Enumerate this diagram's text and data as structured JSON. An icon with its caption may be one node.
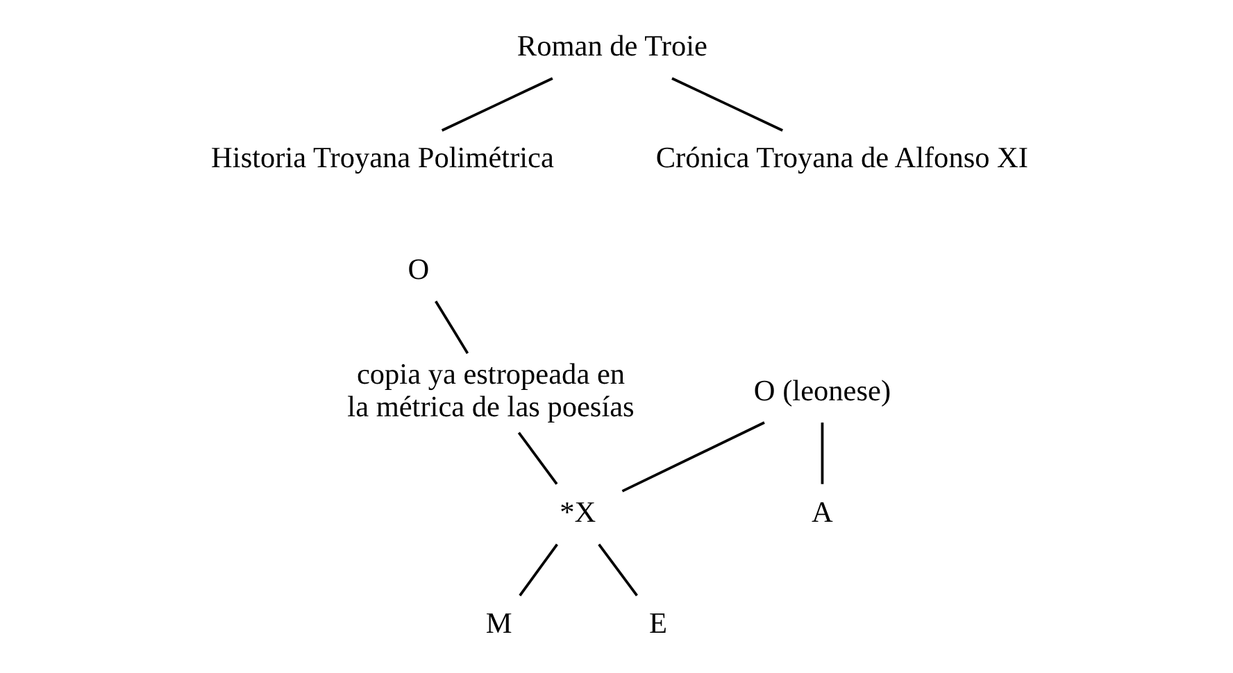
{
  "diagram": {
    "nodes": [
      {
        "text": [
          "Roman de Troie"
        ]
      },
      {
        "text": [
          "Historia Troyana Polimétrica"
        ]
      },
      {
        "text": [
          "Crónica Troyana de Alfonso XI"
        ]
      },
      {
        "text": [
          "O"
        ]
      },
      {
        "text": [
          "copia ya estropeada en la métrica de las poesías"
        ]
      },
      {
        "text": [
          "O (leonese)"
        ]
      },
      {
        "text": [
          "*X"
        ]
      },
      {
        "text": [
          "M"
        ]
      },
      {
        "text": [
          "E"
        ]
      },
      {
        "text": [
          "A"
        ]
      }
    ],
    "edges": [
      {
        "from": 0,
        "to": 1,
        "arrow": "none"
      },
      {
        "from": 0,
        "to": 2,
        "arrow": "none"
      },
      {
        "from": 3,
        "to": 4,
        "arrow": "none"
      },
      {
        "from": 4,
        "to": 6,
        "arrow": "none"
      },
      {
        "from": 5,
        "to": 6,
        "arrow": "none"
      },
      {
        "from": 5,
        "to": 9,
        "arrow": "none"
      },
      {
        "from": 6,
        "to": 7,
        "arrow": "none"
      },
      {
        "from": 6,
        "to": 8,
        "arrow": "none"
      }
    ]
  }
}
